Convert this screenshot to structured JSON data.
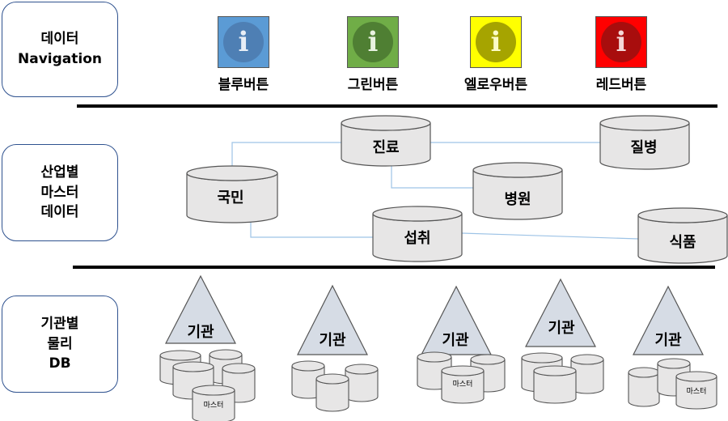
{
  "left_boxes": {
    "navigation": [
      "데이터",
      "Navigation"
    ],
    "master": [
      "산업별",
      "마스터",
      "데이터"
    ],
    "physical": [
      "기관별",
      "물리",
      "DB"
    ]
  },
  "buttons": [
    {
      "label": "블루버튼",
      "glyph": "i",
      "color": "#5b9bd5"
    },
    {
      "label": "그린버튼",
      "glyph": "i",
      "color": "#70ad47"
    },
    {
      "label": "엘로우버튼",
      "glyph": "i",
      "color": "#ffff00"
    },
    {
      "label": "레드버튼",
      "glyph": "i",
      "color": "#ff0000"
    }
  ],
  "master_nodes": {
    "jinryo": "진료",
    "jilbyeong": "질병",
    "gukmin": "국민",
    "byeongwon": "병원",
    "seopchwi": "섭취",
    "sikpum": "식품"
  },
  "institutions": {
    "label": "기관",
    "master_label": "마스터"
  }
}
